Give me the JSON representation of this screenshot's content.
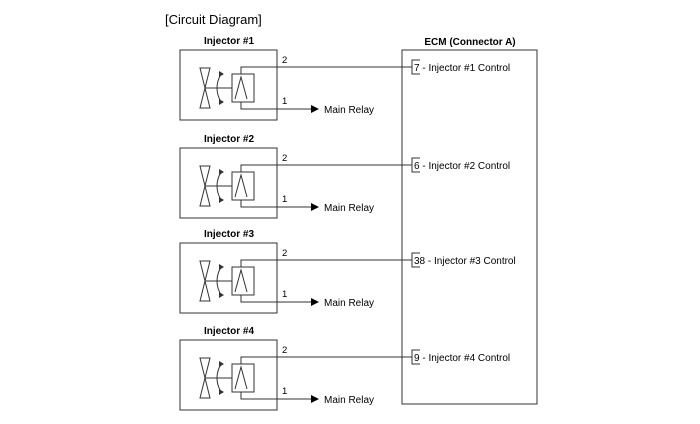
{
  "title": "[Circuit Diagram]",
  "ecm": {
    "label": "ECM (Connector A)"
  },
  "injectors": [
    {
      "name": "Injector #1",
      "pin_top": "2",
      "pin_bottom": "1",
      "relay_label": "Main Relay",
      "ecm_pin": "7",
      "ecm_label": "7 - Injector #1 Control"
    },
    {
      "name": "Injector #2",
      "pin_top": "2",
      "pin_bottom": "1",
      "relay_label": "Main Relay",
      "ecm_pin": "6",
      "ecm_label": "6 - Injector #2 Control"
    },
    {
      "name": "Injector #3",
      "pin_top": "2",
      "pin_bottom": "1",
      "relay_label": "Main Relay",
      "ecm_pin": "38",
      "ecm_label": "38 - Injector #3 Control"
    },
    {
      "name": "Injector #4",
      "pin_top": "2",
      "pin_bottom": "1",
      "relay_label": "Main Relay",
      "ecm_pin": "9",
      "ecm_label": "9 - Injector #4 Control"
    }
  ],
  "colors": {
    "line": "#333333",
    "text": "#000000",
    "background": "#ffffff"
  }
}
